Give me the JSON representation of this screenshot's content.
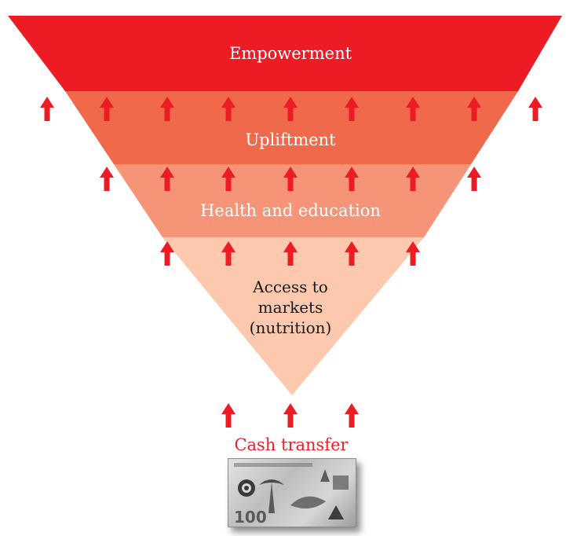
{
  "layers": [
    {
      "label": "Empowerment",
      "color": "#ed1c24"
    },
    {
      "label": "Upliftment",
      "color": "#f0694a"
    },
    {
      "label": "Health and education",
      "color": "#f69477"
    },
    {
      "label_lines": [
        "Access to",
        "markets",
        "(nutrition)"
      ],
      "color": "#fcc8ae"
    }
  ],
  "base": {
    "label": "Cash transfer",
    "color": "#e8202a"
  },
  "arrow_color": "#ed1c24",
  "banknote": {
    "denomination": "100"
  }
}
